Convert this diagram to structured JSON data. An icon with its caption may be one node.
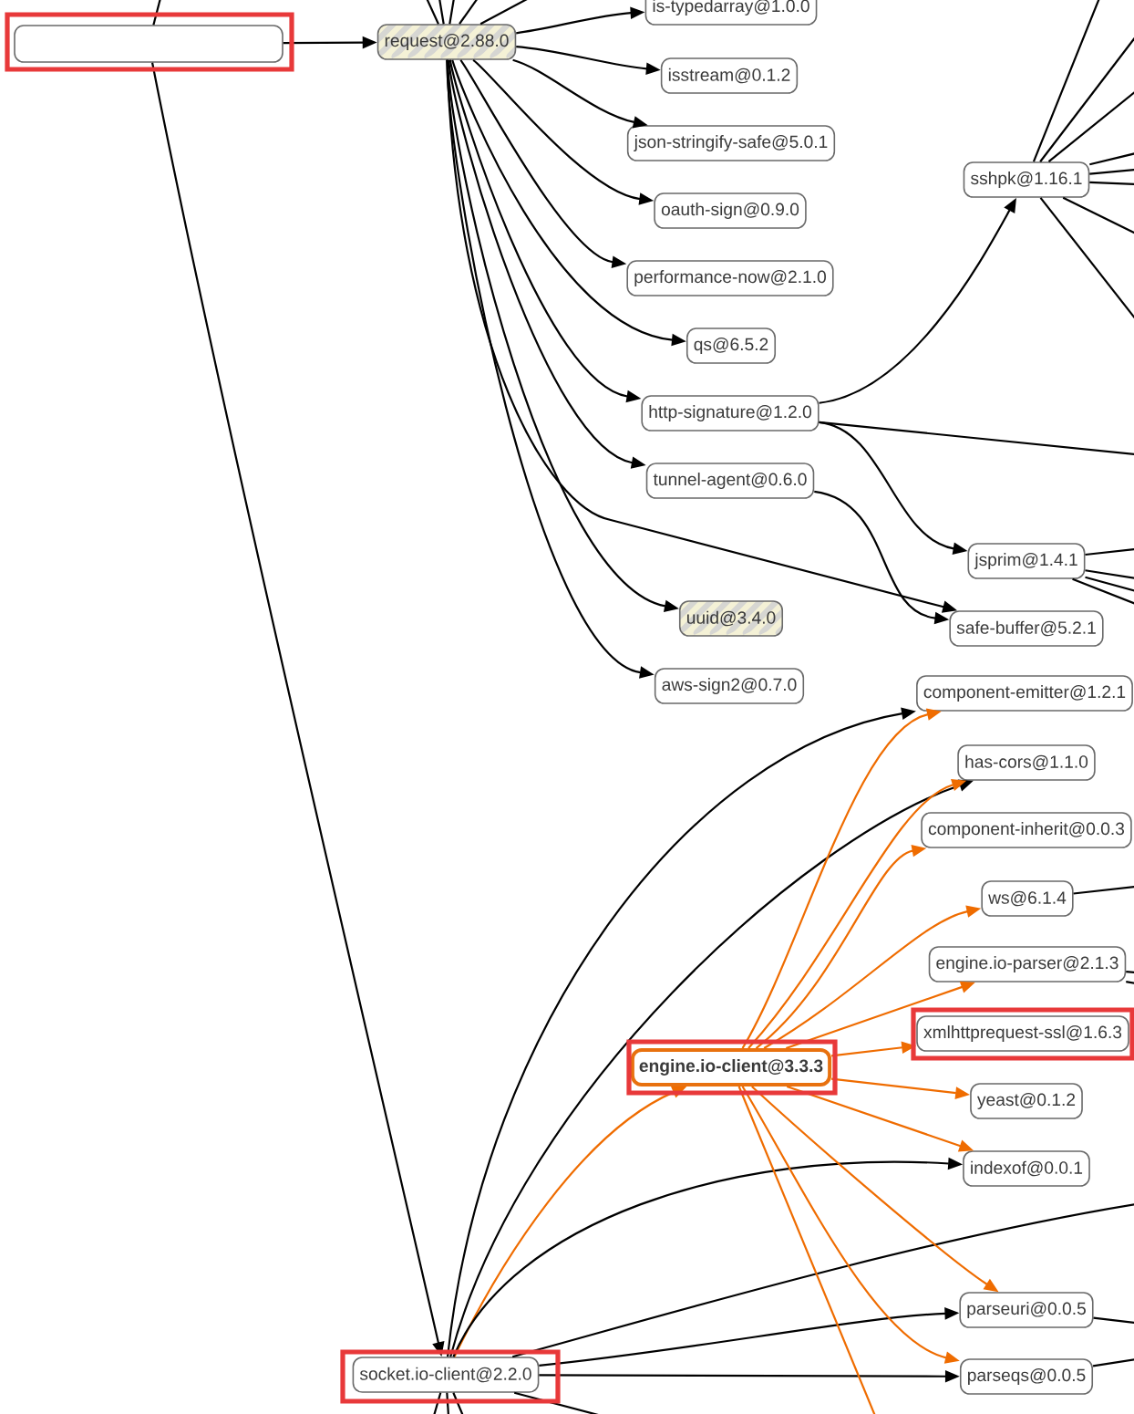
{
  "diagram": {
    "nodes": [
      {
        "text": [],
        "shape": "box"
      },
      {
        "text": [
          "request@2.88.0"
        ]
      },
      {
        "text": [
          "is-typedarray@1.0.0"
        ]
      },
      {
        "text": [
          "isstream@0.1.2"
        ]
      },
      {
        "text": [
          "json-stringify-safe@5.0.1"
        ]
      },
      {
        "text": [
          "oauth-sign@0.9.0"
        ]
      },
      {
        "text": [
          "performance-now@2.1.0"
        ]
      },
      {
        "text": [
          "qs@6.5.2"
        ]
      },
      {
        "text": [
          "http-signature@1.2.0"
        ]
      },
      {
        "text": [
          "sshpk@1.16.1"
        ]
      },
      {
        "text": [
          "tunnel-agent@0.6.0"
        ]
      },
      {
        "text": [
          "jsprim@1.4.1"
        ]
      },
      {
        "text": [
          "uuid@3.4.0"
        ]
      },
      {
        "text": [
          "safe-buffer@5.2.1"
        ]
      },
      {
        "text": [
          "aws-sign2@0.7.0"
        ]
      },
      {
        "text": [
          "component-emitter@1.2.1"
        ]
      },
      {
        "text": [
          "has-cors@1.1.0"
        ]
      },
      {
        "text": [
          "component-inherit@0.0.3"
        ]
      },
      {
        "text": [
          "ws@6.1.4"
        ]
      },
      {
        "text": [
          "engine.io-parser@2.1.3"
        ]
      },
      {
        "text": [
          "engine.io-client@3.3.3"
        ]
      },
      {
        "text": [
          "xmlhttprequest-ssl@1.6.3"
        ]
      },
      {
        "text": [
          "yeast@0.1.2"
        ]
      },
      {
        "text": [
          "indexof@0.0.1"
        ]
      },
      {
        "text": [
          "socket.io-client@2.2.0"
        ]
      },
      {
        "text": [
          "parseuri@0.0.5"
        ]
      },
      {
        "text": [
          "parseqs@0.0.5"
        ]
      }
    ],
    "edges": [
      {
        "from": 0,
        "to": 1,
        "arrow": "to"
      },
      {
        "from": 1,
        "to": 2,
        "arrow": "to"
      },
      {
        "from": 1,
        "to": 3,
        "arrow": "to"
      },
      {
        "from": 1,
        "to": 4,
        "arrow": "to"
      },
      {
        "from": 1,
        "to": 5,
        "arrow": "to"
      },
      {
        "from": 1,
        "to": 6,
        "arrow": "to"
      },
      {
        "from": 1,
        "to": 7,
        "arrow": "to"
      },
      {
        "from": 1,
        "to": 8,
        "arrow": "to"
      },
      {
        "from": 1,
        "to": 10,
        "arrow": "to"
      },
      {
        "from": 1,
        "to": 12,
        "arrow": "to"
      },
      {
        "from": 1,
        "to": 13,
        "arrow": "to"
      },
      {
        "from": 1,
        "to": 14,
        "arrow": "to"
      },
      {
        "from": 1,
        "to": null,
        "arrow": "none"
      },
      {
        "from": 1,
        "to": null,
        "arrow": "none"
      },
      {
        "from": 1,
        "to": null,
        "arrow": "none"
      },
      {
        "from": 1,
        "to": null,
        "arrow": "none"
      },
      {
        "from": 1,
        "to": null,
        "arrow": "none"
      },
      {
        "from": 8,
        "to": 9,
        "arrow": "to"
      },
      {
        "from": 8,
        "to": 11,
        "arrow": "to"
      },
      {
        "from": 8,
        "to": null,
        "arrow": "none"
      },
      {
        "from": 10,
        "to": 13,
        "arrow": "to"
      },
      {
        "from": 9,
        "to": null,
        "arrow": "none"
      },
      {
        "from": 9,
        "to": null,
        "arrow": "none"
      },
      {
        "from": 9,
        "to": null,
        "arrow": "none"
      },
      {
        "from": 9,
        "to": null,
        "arrow": "none"
      },
      {
        "from": 9,
        "to": null,
        "arrow": "none"
      },
      {
        "from": 9,
        "to": null,
        "arrow": "none"
      },
      {
        "from": 9,
        "to": null,
        "arrow": "none"
      },
      {
        "from": 9,
        "to": null,
        "arrow": "none"
      },
      {
        "from": 11,
        "to": null,
        "arrow": "none"
      },
      {
        "from": 11,
        "to": null,
        "arrow": "none"
      },
      {
        "from": 11,
        "to": null,
        "arrow": "none"
      },
      {
        "from": 11,
        "to": null,
        "arrow": "none"
      },
      {
        "from": null,
        "to": 0,
        "arrow": "none"
      },
      {
        "from": 0,
        "to": 24,
        "arrow": "to"
      },
      {
        "from": 24,
        "to": 20,
        "arrow": "to",
        "color": "#ef6c00"
      },
      {
        "from": 24,
        "to": 15,
        "arrow": "to"
      },
      {
        "from": 24,
        "to": 16,
        "arrow": "to"
      },
      {
        "from": 24,
        "to": 23,
        "arrow": "to"
      },
      {
        "from": 24,
        "to": 25,
        "arrow": "to"
      },
      {
        "from": 24,
        "to": 26,
        "arrow": "to"
      },
      {
        "from": 24,
        "to": null,
        "arrow": "none"
      },
      {
        "from": 24,
        "to": null,
        "arrow": "none"
      },
      {
        "from": 24,
        "to": null,
        "arrow": "none"
      },
      {
        "from": 24,
        "to": null,
        "arrow": "none"
      },
      {
        "from": 24,
        "to": null,
        "arrow": "none"
      },
      {
        "from": 20,
        "to": 15,
        "arrow": "to",
        "color": "#ef6c00"
      },
      {
        "from": 20,
        "to": 16,
        "arrow": "to",
        "color": "#ef6c00"
      },
      {
        "from": 20,
        "to": 17,
        "arrow": "to",
        "color": "#ef6c00"
      },
      {
        "from": 20,
        "to": 18,
        "arrow": "to",
        "color": "#ef6c00"
      },
      {
        "from": 20,
        "to": 19,
        "arrow": "to",
        "color": "#ef6c00"
      },
      {
        "from": 20,
        "to": 21,
        "arrow": "to",
        "color": "#ef6c00"
      },
      {
        "from": 20,
        "to": 22,
        "arrow": "to",
        "color": "#ef6c00"
      },
      {
        "from": 20,
        "to": 23,
        "arrow": "to",
        "color": "#ef6c00"
      },
      {
        "from": 20,
        "to": 25,
        "arrow": "to",
        "color": "#ef6c00"
      },
      {
        "from": 20,
        "to": 26,
        "arrow": "to",
        "color": "#ef6c00"
      },
      {
        "from": 20,
        "to": null,
        "arrow": "none",
        "color": "#ef6c00"
      },
      {
        "from": 18,
        "to": null,
        "arrow": "none"
      },
      {
        "from": 19,
        "to": null,
        "arrow": "none"
      },
      {
        "from": 19,
        "to": null,
        "arrow": "none"
      },
      {
        "from": 25,
        "to": null,
        "arrow": "none"
      },
      {
        "from": 26,
        "to": null,
        "arrow": "none"
      }
    ]
  }
}
